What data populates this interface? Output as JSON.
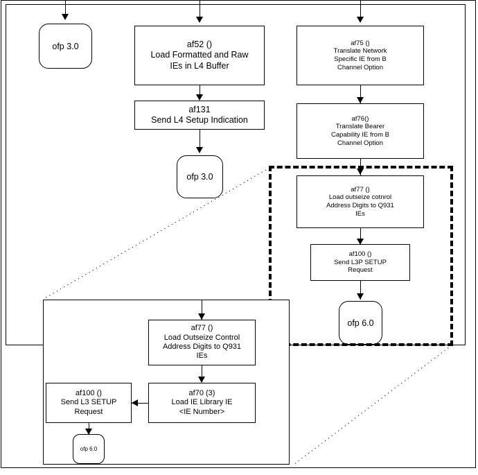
{
  "diagram": {
    "title": "Call setup flowchart with magnified detail inset",
    "type": "flowchart",
    "line_color": "#000000",
    "background_color": "#ffffff"
  },
  "left_column": {
    "terminator_ofp30": "ofp 3.0"
  },
  "middle_column": {
    "af52": {
      "line1": "af52 ()",
      "line2": "Load Formatted and Raw",
      "line3": "IEs in L4 Buffer"
    },
    "af131": {
      "line1": "af131",
      "line2": "Send L4 Setup Indication"
    },
    "terminator_ofp30": "ofp 3.0"
  },
  "right_column": {
    "af75": {
      "line1": "af75 ()",
      "line2": "Translate Network",
      "line3": "Specific  IE from B",
      "line4": "Channel Option"
    },
    "af76": {
      "line1": "af76()",
      "line2": "Translate Bearer",
      "line3": "Capability IE from B",
      "line4": "Channel Option"
    },
    "af77": {
      "line1": "af77 ()",
      "line2": "Load outseize cotnrol",
      "line3": "Address Digits to Q931",
      "line4": "IEs"
    },
    "af100": {
      "line1": "af100 ()",
      "line2": "Send L3P SETUP",
      "line3": "Request"
    },
    "terminator_ofp60": "ofp 6.0"
  },
  "inset": {
    "af77": {
      "line1": "af77 ()",
      "line2": "Load Outseize Control",
      "line3": "Address Digits to Q931",
      "line4": "IEs"
    },
    "af70": {
      "line1": "af70 (3)",
      "line2": "Load IE Library IE",
      "line3": "<IE Number>"
    },
    "af100": {
      "line1": "af100 ()",
      "line2": "Send L3 SETUP",
      "line3": "Request"
    },
    "terminator_ofp60": "ofp 6.0"
  }
}
